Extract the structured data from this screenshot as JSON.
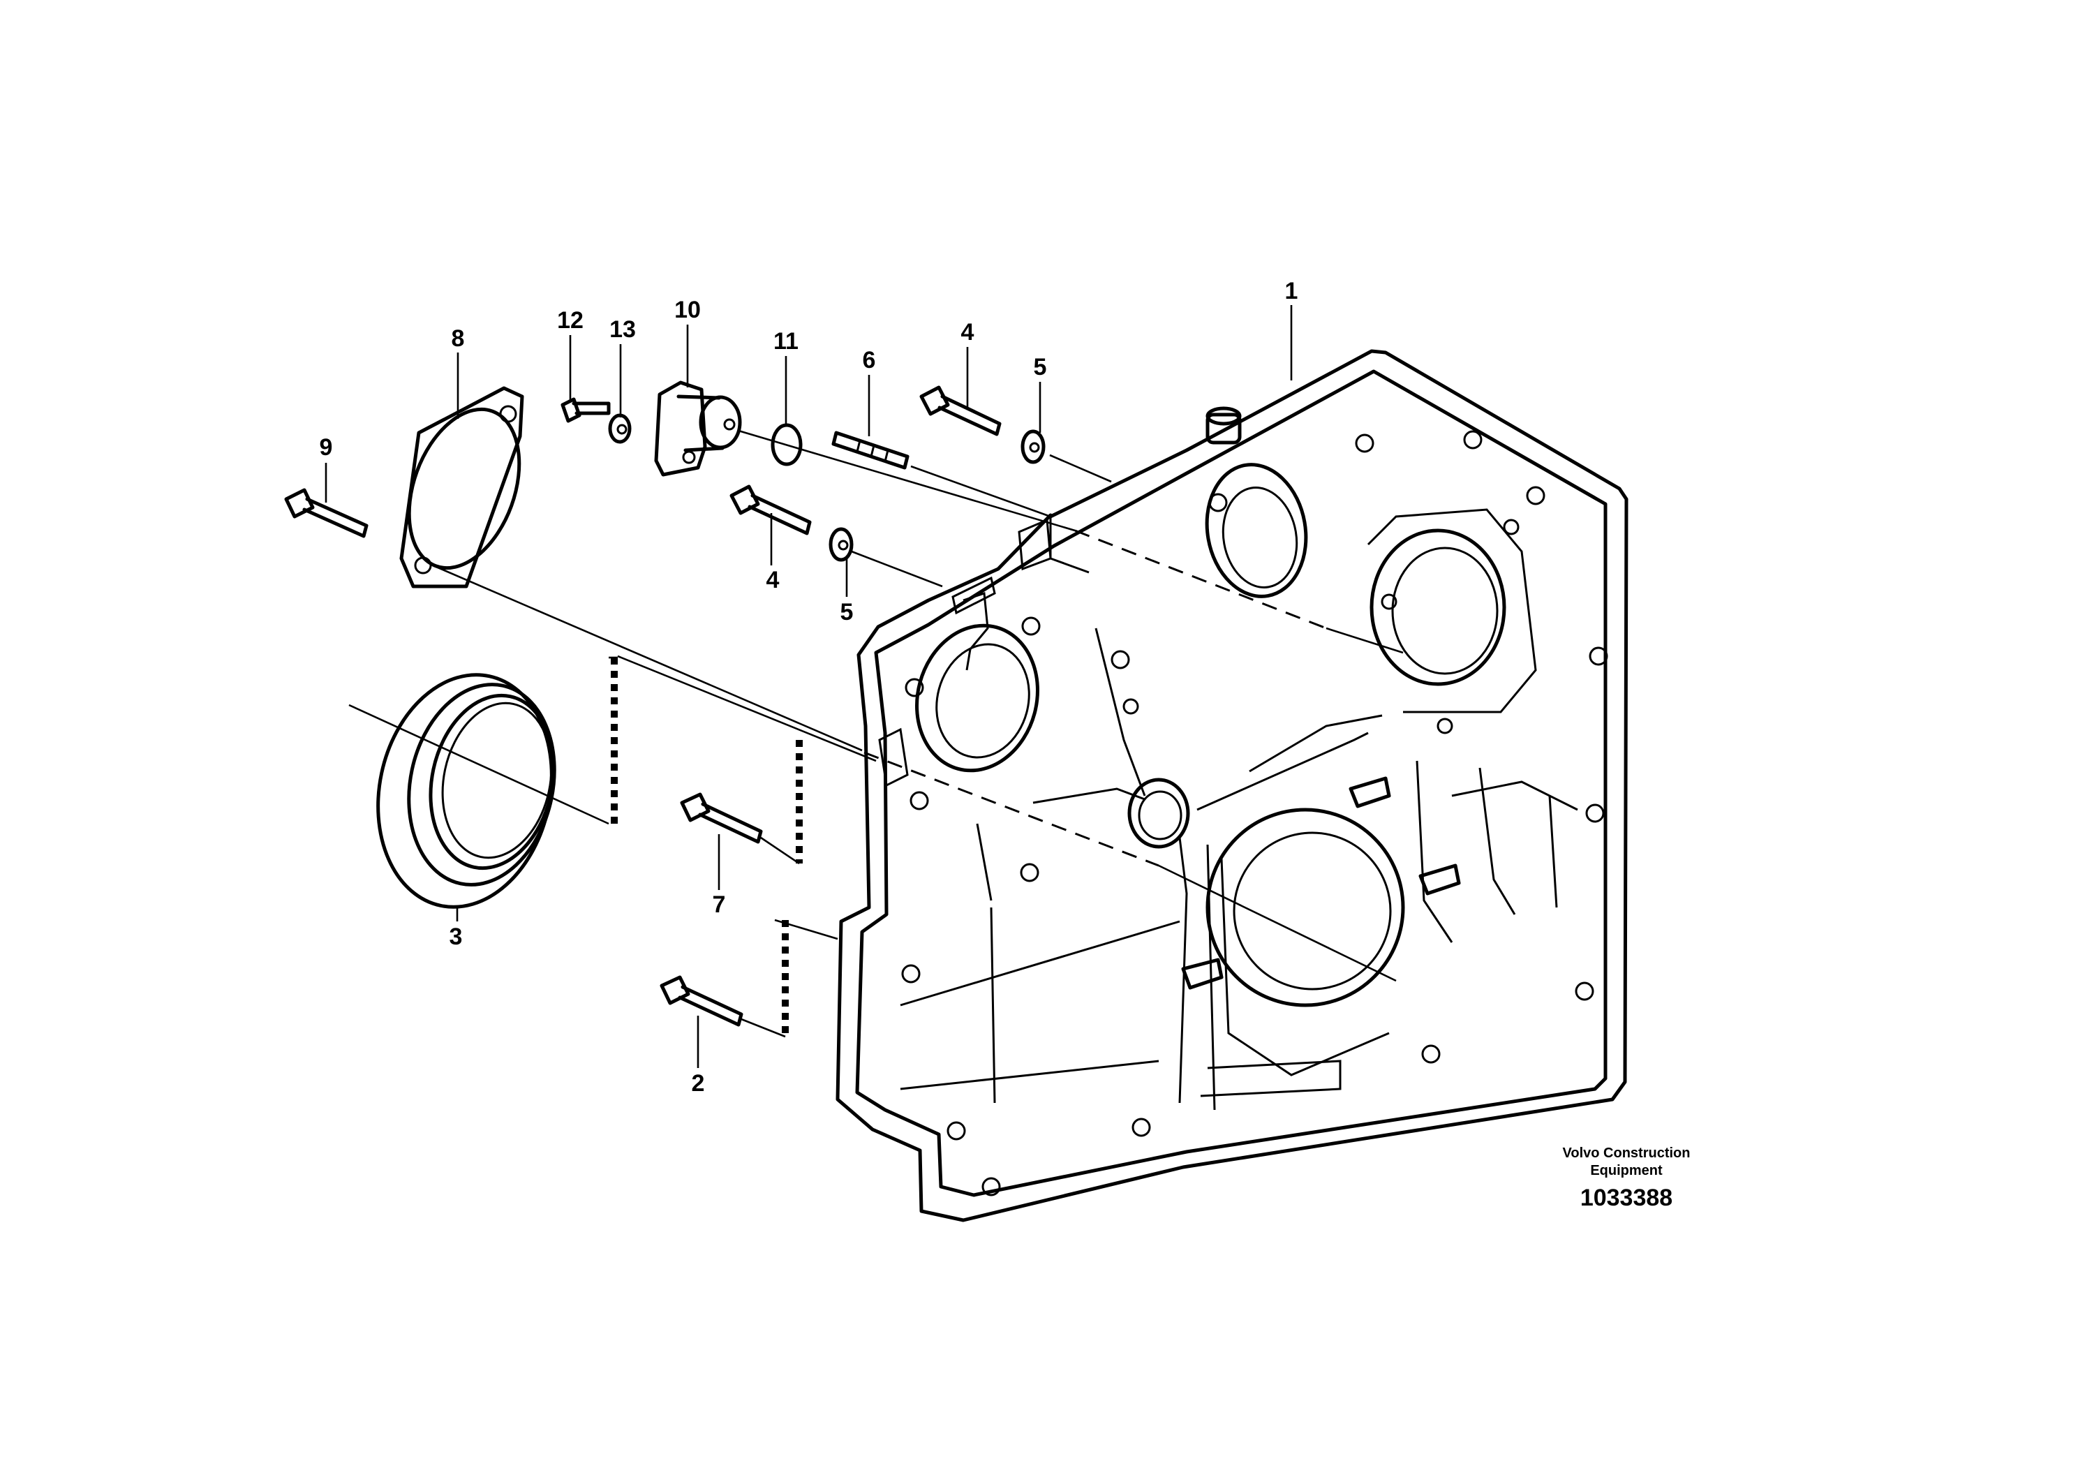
{
  "callouts": {
    "c1": "1",
    "c2": "2",
    "c3": "3",
    "c4a": "4",
    "c4b": "4",
    "c5a": "5",
    "c5b": "5",
    "c6": "6",
    "c7": "7",
    "c8": "8",
    "c9": "9",
    "c10": "10",
    "c11": "11",
    "c12": "12",
    "c13": "13"
  },
  "footer": {
    "brand_line1": "Volvo Construction",
    "brand_line2": "Equipment",
    "drawing_number": "1033388"
  }
}
